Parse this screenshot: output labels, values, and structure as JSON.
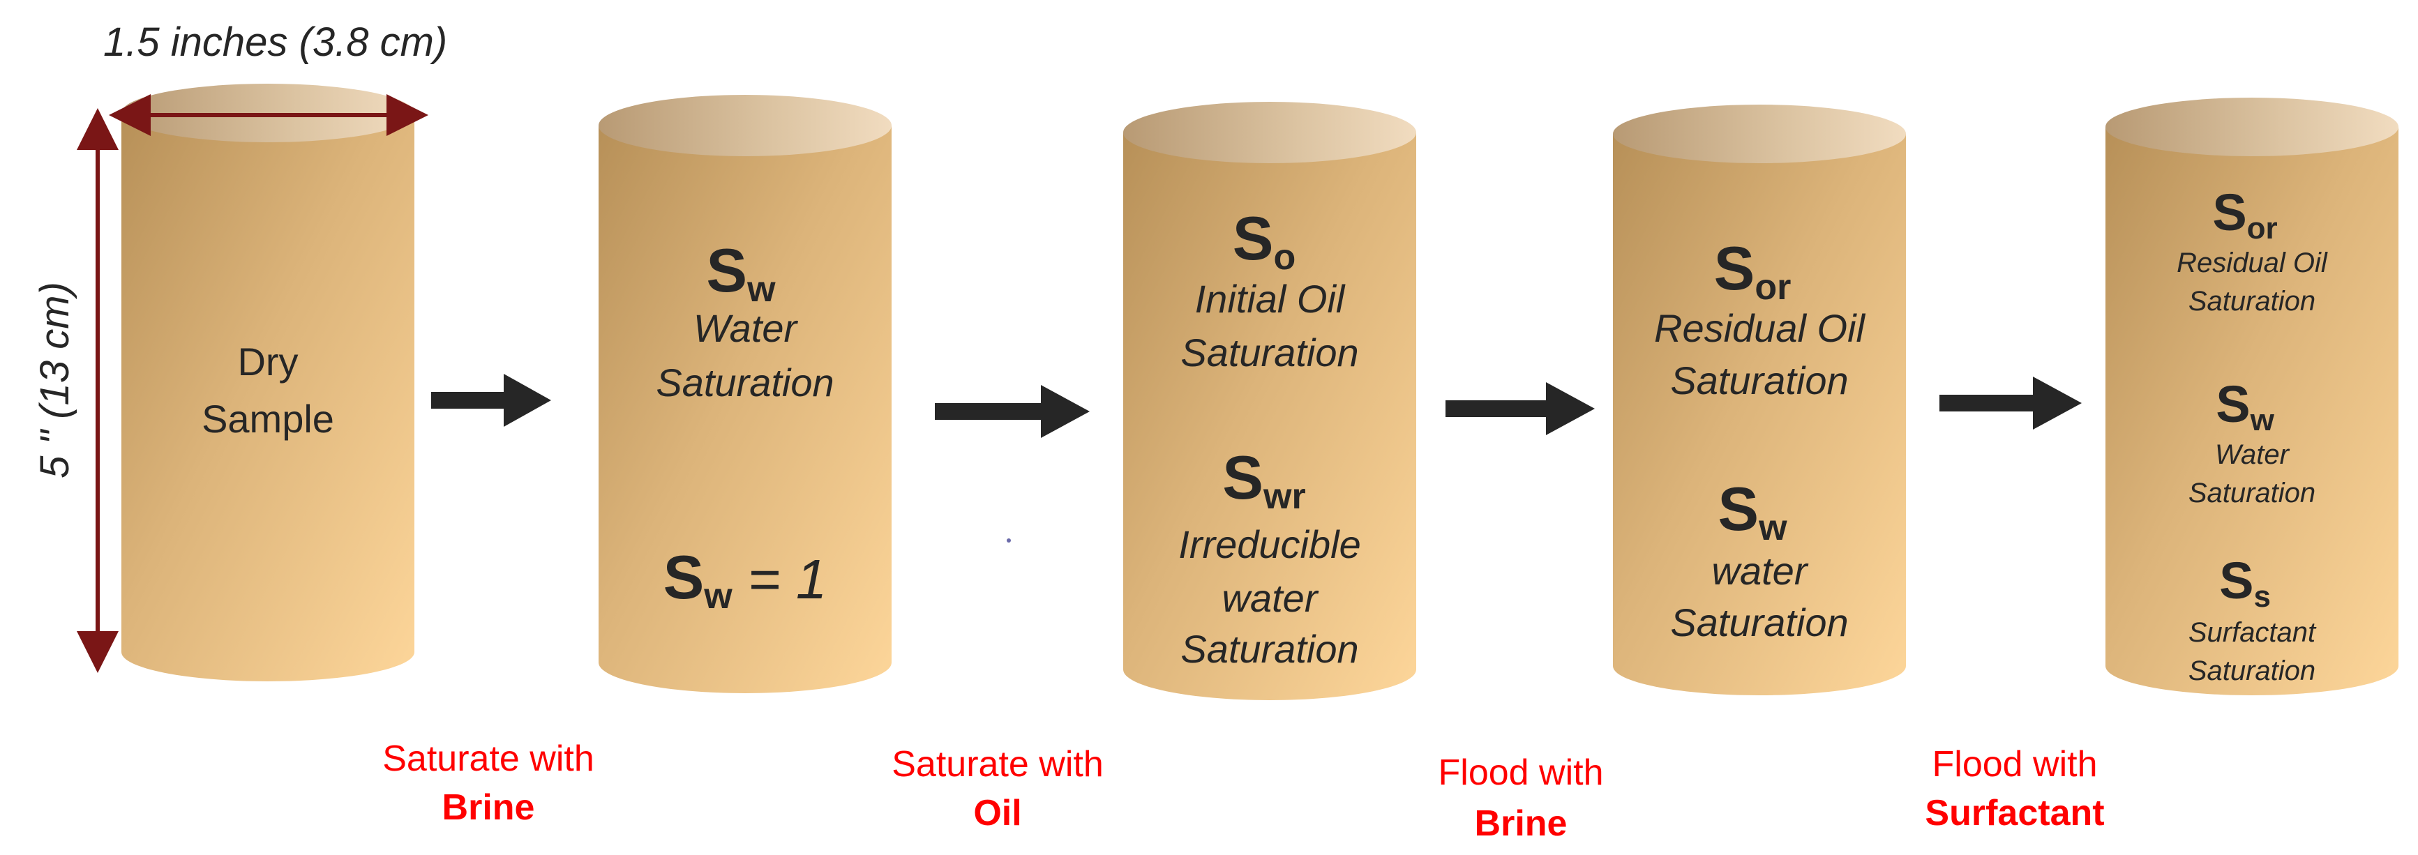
{
  "dimensions": {
    "diameter": "1.5 inches (3.8 cm)",
    "length": "5 \" (13 cm)"
  },
  "colors": {
    "core_light": "#fdd69a",
    "core_dark": "#b79058",
    "top_light": "#f1dcc0",
    "top_dark": "#b89a74",
    "arrow": "#262626",
    "dimension_line": "#7a1616",
    "step_text": "#ff0000"
  },
  "cores": [
    {
      "lines": [
        {
          "text": "Dry"
        },
        {
          "text": "Sample"
        }
      ]
    },
    {
      "lines": [
        {
          "symbol": "S",
          "sub": "w"
        },
        {
          "text": "Water"
        },
        {
          "text": "Saturation"
        },
        {
          "symbol": "S",
          "sub": "w",
          "suffix": " = 1"
        }
      ]
    },
    {
      "lines": [
        {
          "symbol": "S",
          "sub": "o"
        },
        {
          "text": "Initial Oil"
        },
        {
          "text": "Saturation"
        },
        {
          "symbol": "S",
          "sub": "wr"
        },
        {
          "text": "Irreducible"
        },
        {
          "text": "water"
        },
        {
          "text": "Saturation"
        }
      ]
    },
    {
      "lines": [
        {
          "symbol": "S",
          "sub": "or"
        },
        {
          "text": "Residual Oil"
        },
        {
          "text": "Saturation"
        },
        {
          "symbol": "S",
          "sub": "w"
        },
        {
          "text": "water"
        },
        {
          "text": "Saturation"
        }
      ]
    },
    {
      "lines": [
        {
          "symbol": "S",
          "sub": "or"
        },
        {
          "text": "Residual Oil"
        },
        {
          "text": "Saturation"
        },
        {
          "symbol": "S",
          "sub": "w"
        },
        {
          "text": "Water"
        },
        {
          "text": "Saturation"
        },
        {
          "symbol": "S",
          "sub": "s"
        },
        {
          "text": "Surfactant"
        },
        {
          "text": "Saturation"
        }
      ]
    }
  ],
  "steps": [
    {
      "line1": "Saturate with",
      "line2": "Brine"
    },
    {
      "line1": "Saturate with",
      "line2": "Oil"
    },
    {
      "line1": "Flood with",
      "line2": "Brine"
    },
    {
      "line1": "Flood with",
      "line2": "Surfactant"
    }
  ]
}
